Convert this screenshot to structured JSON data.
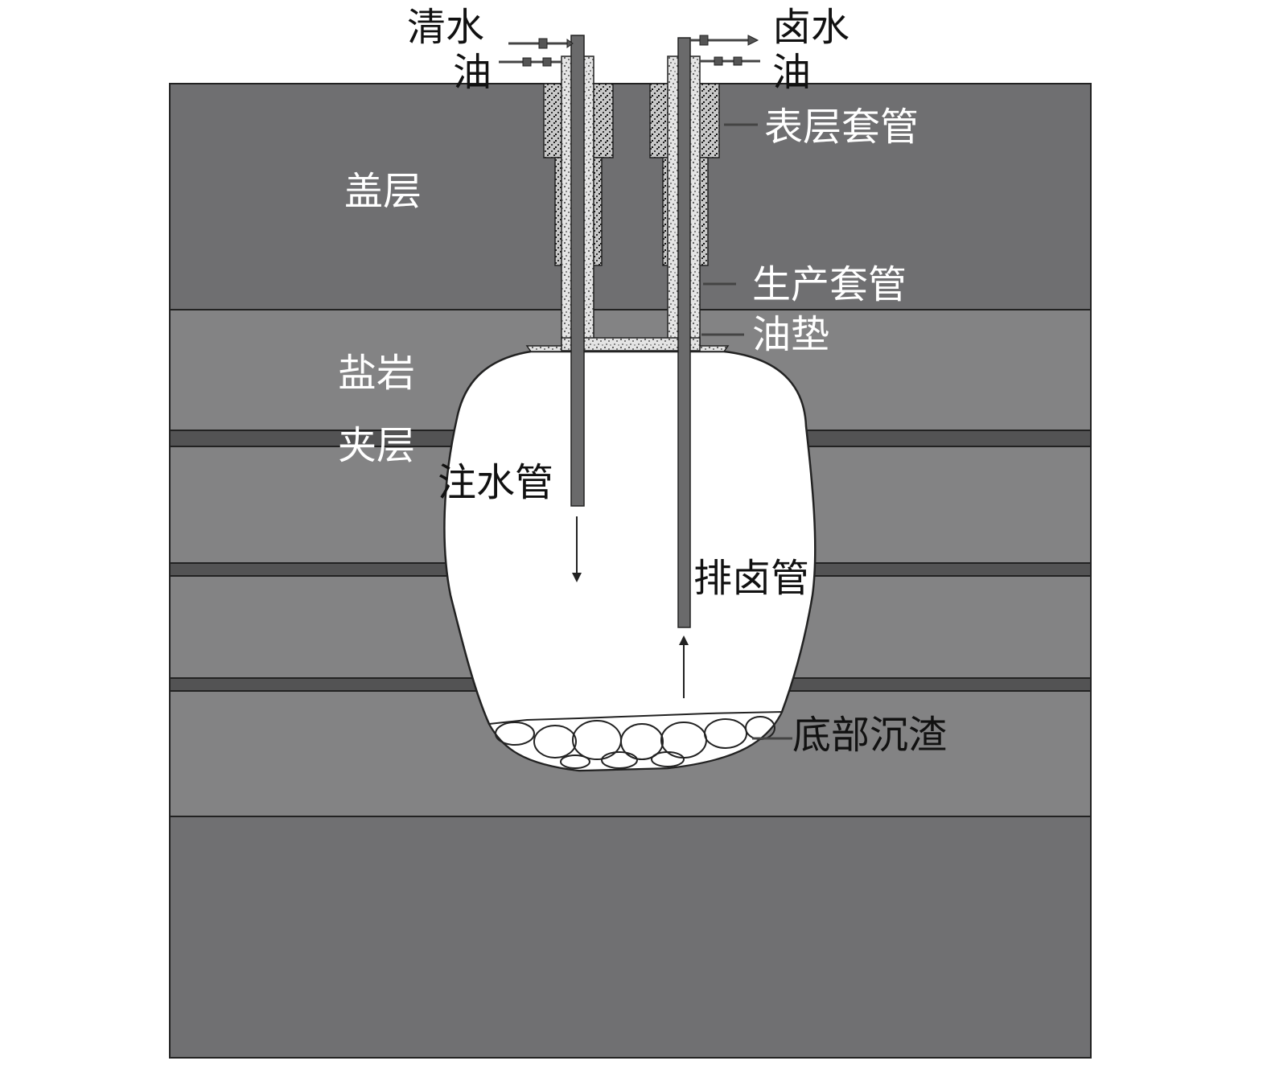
{
  "labels": {
    "fresh_water": "清水",
    "oil_left": "油",
    "brine": "卤水",
    "oil_right": "油",
    "surface_casing": "表层套管",
    "caprock": "盖层",
    "production_casing": "生产套管",
    "oil_cushion": "油垫",
    "rock_salt": "盐岩",
    "interlayer": "夹层",
    "injection_pipe": "注水管",
    "brine_pipe": "排卤管",
    "bottom_sediment": "底部沉渣"
  },
  "colors": {
    "caprock": "#6f6f71",
    "salt_layer": "#838384",
    "interlayer": "#535354",
    "base_layer": "#707072",
    "cavern": "#ffffff",
    "tube": "#6a6a6b",
    "annulus_fill": "#d8d8d8",
    "outline": "#222222",
    "text_dark": "#111111",
    "text_light": "#ffffff"
  }
}
